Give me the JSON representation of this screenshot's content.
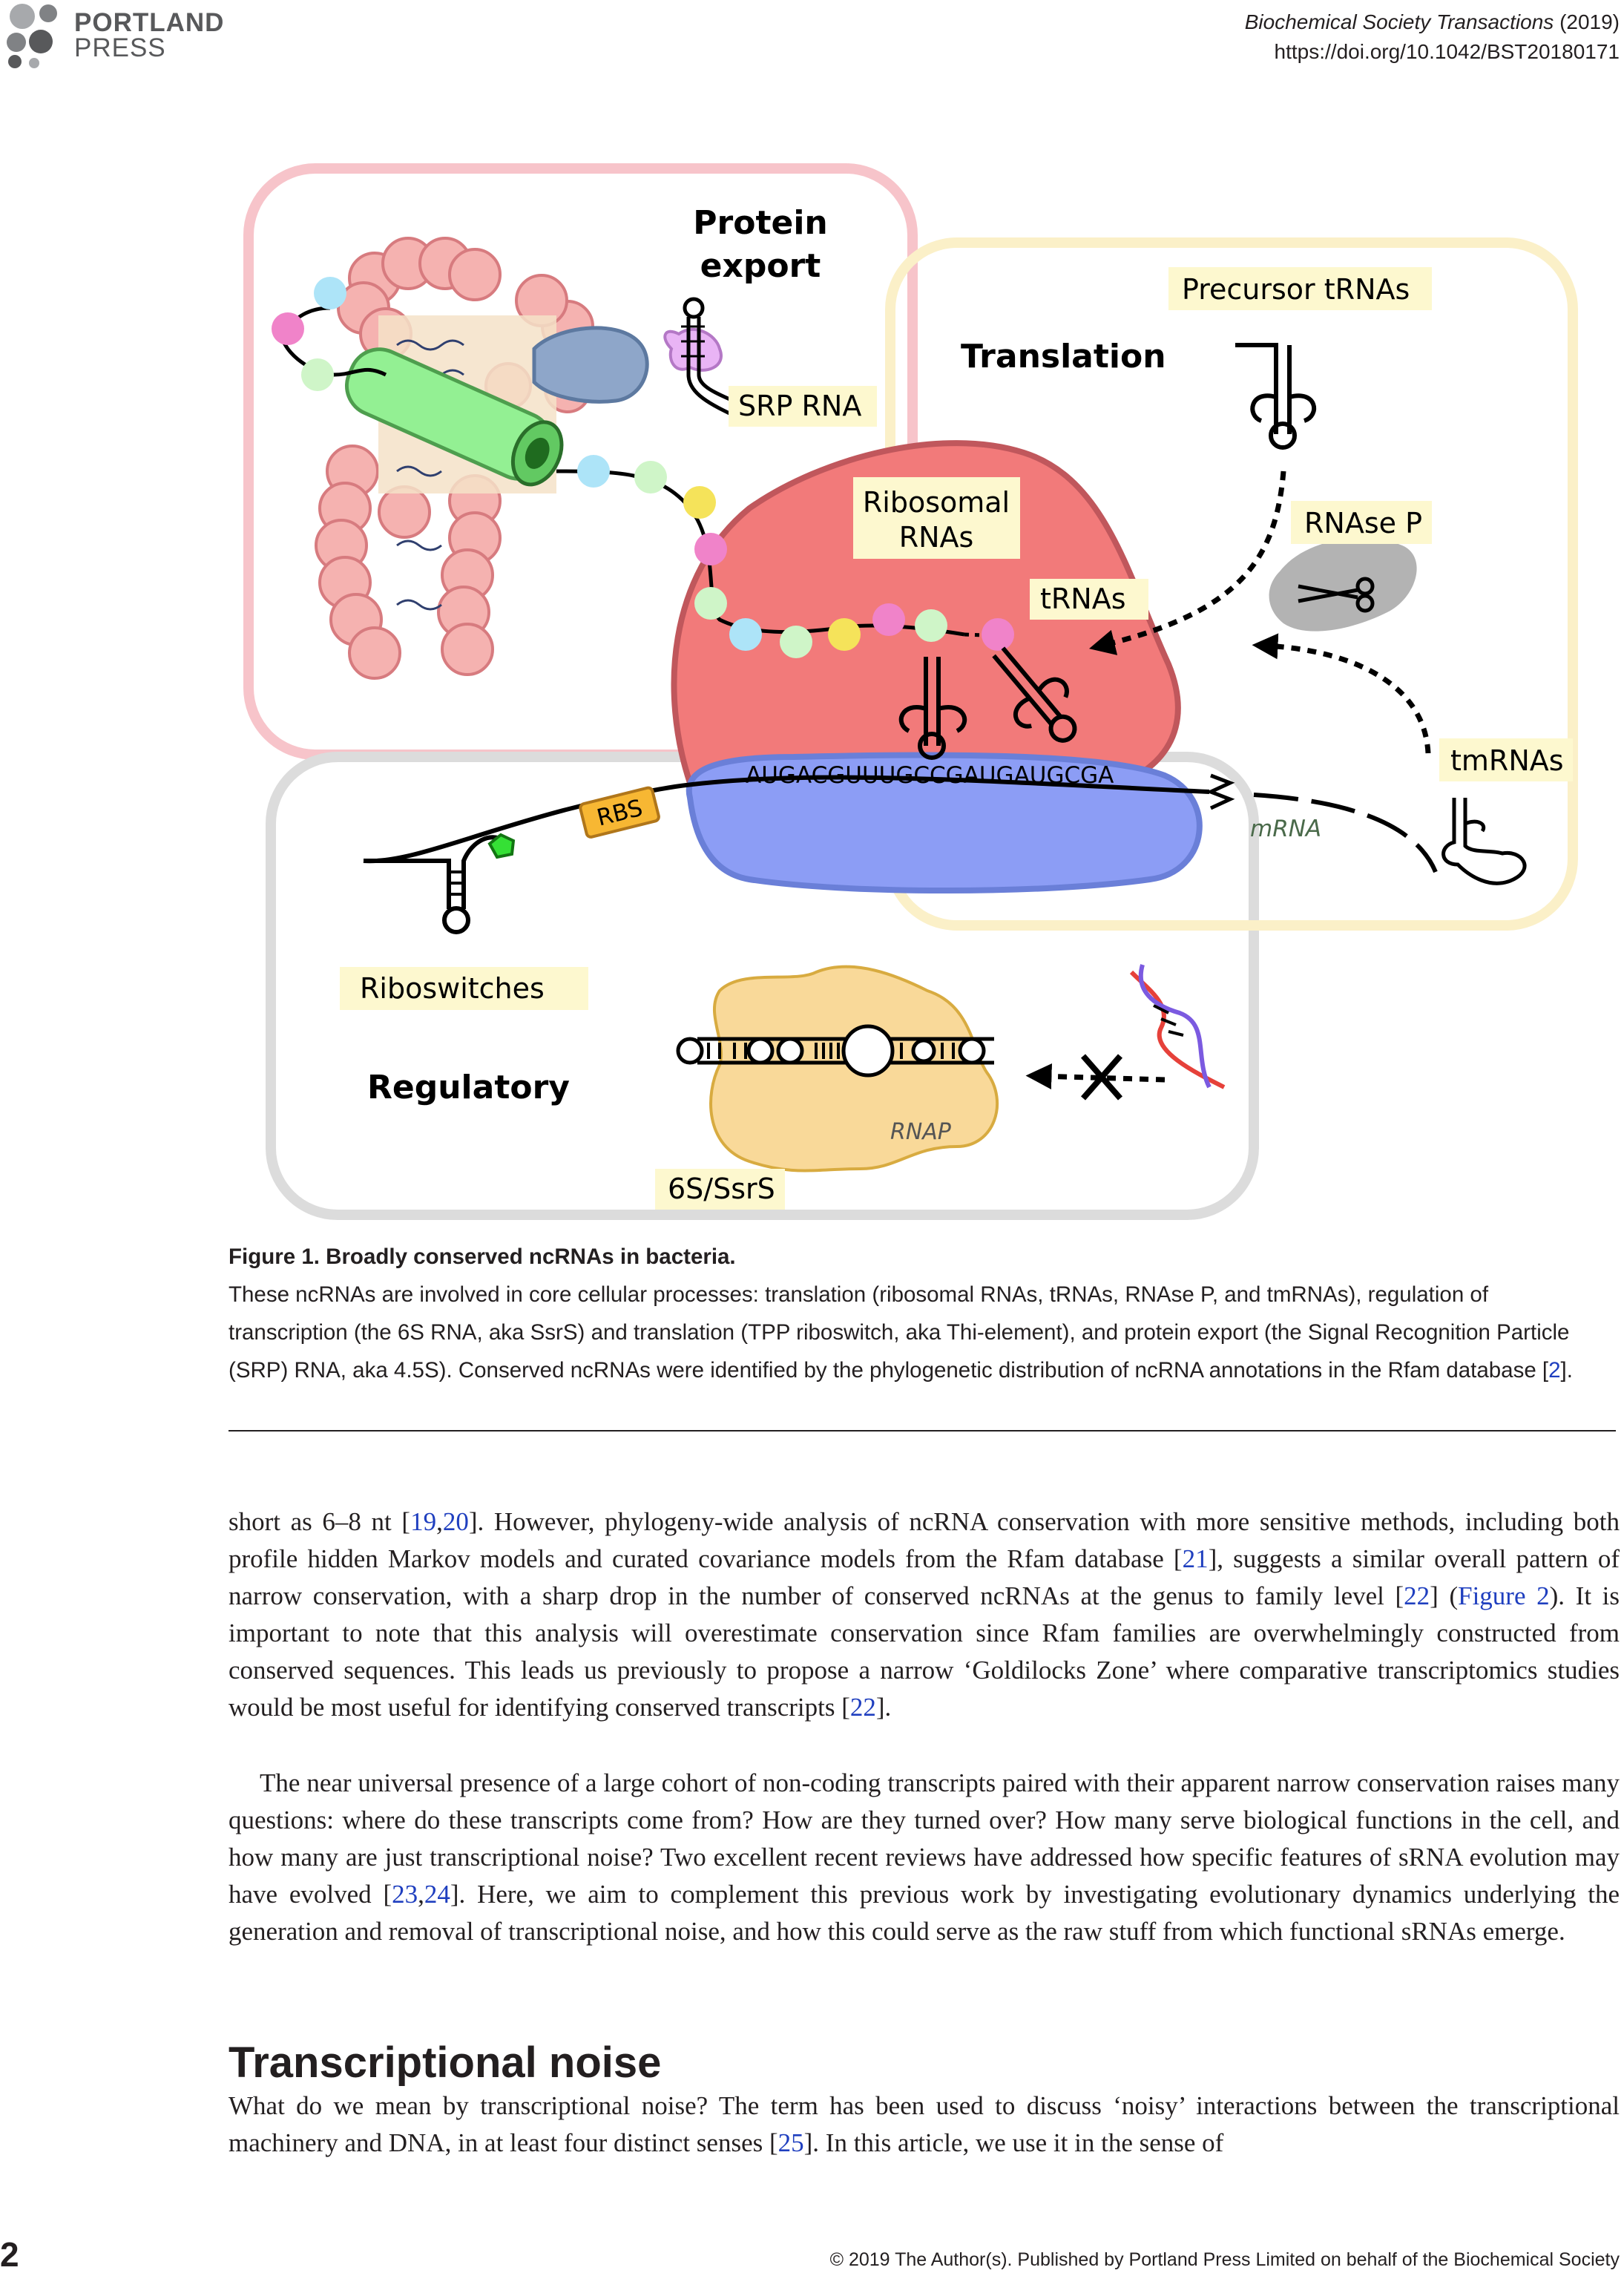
{
  "header": {
    "publisher_line1": "PORTLAND",
    "publisher_line2": "PRESS",
    "journal": "Biochemical Society Transactions",
    "year": "(2019)",
    "doi": "https://doi.org/10.1042/BST20180171"
  },
  "figure": {
    "labels": {
      "protein_export_line1": "Protein",
      "protein_export_line2": "export",
      "translation": "Translation",
      "regulatory": "Regulatory",
      "precursor_trnas": "Precursor tRNAs",
      "srp_rna": "SRP RNA",
      "ribosomal_line1": "Ribosomal",
      "ribosomal_line2": "RNAs",
      "trnas": "tRNAs",
      "rnase_p": "RNAse P",
      "tmrnas": "tmRNAs",
      "mrna_sequence": "AUGACGUUUGCCGAUGAUGCGA",
      "mrna": "mRNA",
      "rbs": "RBS",
      "riboswitches": "Riboswitches",
      "six_s": "6S/SsrS",
      "rnap": "RNAP"
    },
    "colors": {
      "protein_export_panel": "#f7c4ca",
      "translation_panel": "#fbf0c8",
      "regulatory_panel": "#dcdcdc",
      "ribosome_large": "#f27a7a",
      "ribosome_small": "#8c9df5",
      "label_background": "#fdf8cf",
      "srp_protein": "#93f093",
      "rnap": "#f9d999"
    }
  },
  "caption": {
    "title": "Figure 1. Broadly conserved ncRNAs in bacteria.",
    "text": "These ncRNAs are involved in core cellular processes: translation (ribosomal RNAs, tRNAs, RNAse P, and tmRNAs), regulation of transcription (the 6S RNA, aka SsrS) and translation (TPP riboswitch, aka Thi-element), and protein export (the Signal Recognition Particle (SRP) RNA, aka 4.5S). Conserved ncRNAs were identified by the phylogenetic distribution of ncRNA annotations in the Rfam database [",
    "ref": "2",
    "text_end": "]."
  },
  "body": {
    "p1": [
      "short as 6–8 nt [",
      {
        "ref": "19"
      },
      ",",
      {
        "ref": "20"
      },
      "]. However, phylogeny-wide analysis of ncRNA conservation with more sensitive methods, including both profile hidden Markov models and curated covariance models from the Rfam database [",
      {
        "ref": "21"
      },
      "], suggests a similar overall pattern of narrow conservation, with a sharp drop in the number of conserved ncRNAs at the genus to family level [",
      {
        "ref": "22"
      },
      "] (",
      {
        "ref": "Figure 2"
      },
      "). It is important to note that this analysis will overestimate conservation since Rfam families are overwhelmingly constructed from conserved sequences. This leads us previously to propose a narrow ‘Goldilocks Zone’ where comparative transcriptomics studies would be most useful for identifying conserved transcripts [",
      {
        "ref": "22"
      },
      "]."
    ],
    "p2": [
      "The near universal presence of a large cohort of non-coding transcripts paired with their apparent narrow conservation raises many questions: where do these transcripts come from? How are they turned over? How many serve biological functions in the cell, and how many are just transcriptional noise? Two excellent recent reviews have addressed how specific features of sRNA evolution may have evolved [",
      {
        "ref": "23"
      },
      ",",
      {
        "ref": "24"
      },
      "]. Here, we aim to complement this previous work by investigating evolutionary dynamics underlying the generation and removal of transcriptional noise, and how this could serve as the raw stuff from which functional sRNAs emerge."
    ],
    "section_heading": "Transcriptional noise",
    "p3": [
      "What do we mean by transcriptional noise? The term has been used to discuss ‘noisy’ interactions between the transcriptional machinery and DNA, in at least four distinct senses [",
      {
        "ref": "25"
      },
      "]. In this article, we use it in the sense of"
    ]
  },
  "footer": {
    "page_number": "2",
    "copyright": "© 2019 The Author(s). Published by Portland Press Limited on behalf of the Biochemical Society"
  }
}
